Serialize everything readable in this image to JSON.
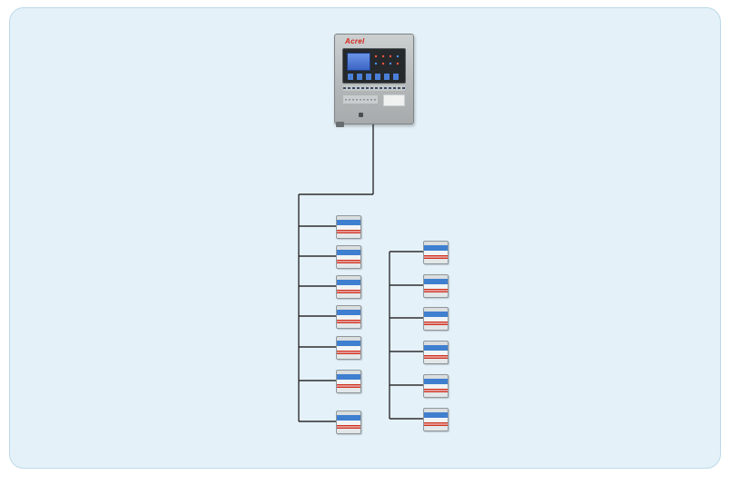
{
  "page": {
    "background_color": "#ffffff",
    "panel_background": "#e4f1f9",
    "panel_border": "#bcd9e7"
  },
  "diagram": {
    "monitor": {
      "brand": "Acrel",
      "body_color": "#b6babb",
      "lcd_color": "#3f6cc9",
      "led_colors": [
        "#ff5040",
        "#4d8df0"
      ]
    },
    "bus": {
      "line_color": "#2e2e2e",
      "left_branch_count": 7,
      "right_branch_count": 6
    },
    "module": {
      "total_count": 13,
      "band_color": "#3f7fd0",
      "label_color": "#d23222"
    }
  }
}
